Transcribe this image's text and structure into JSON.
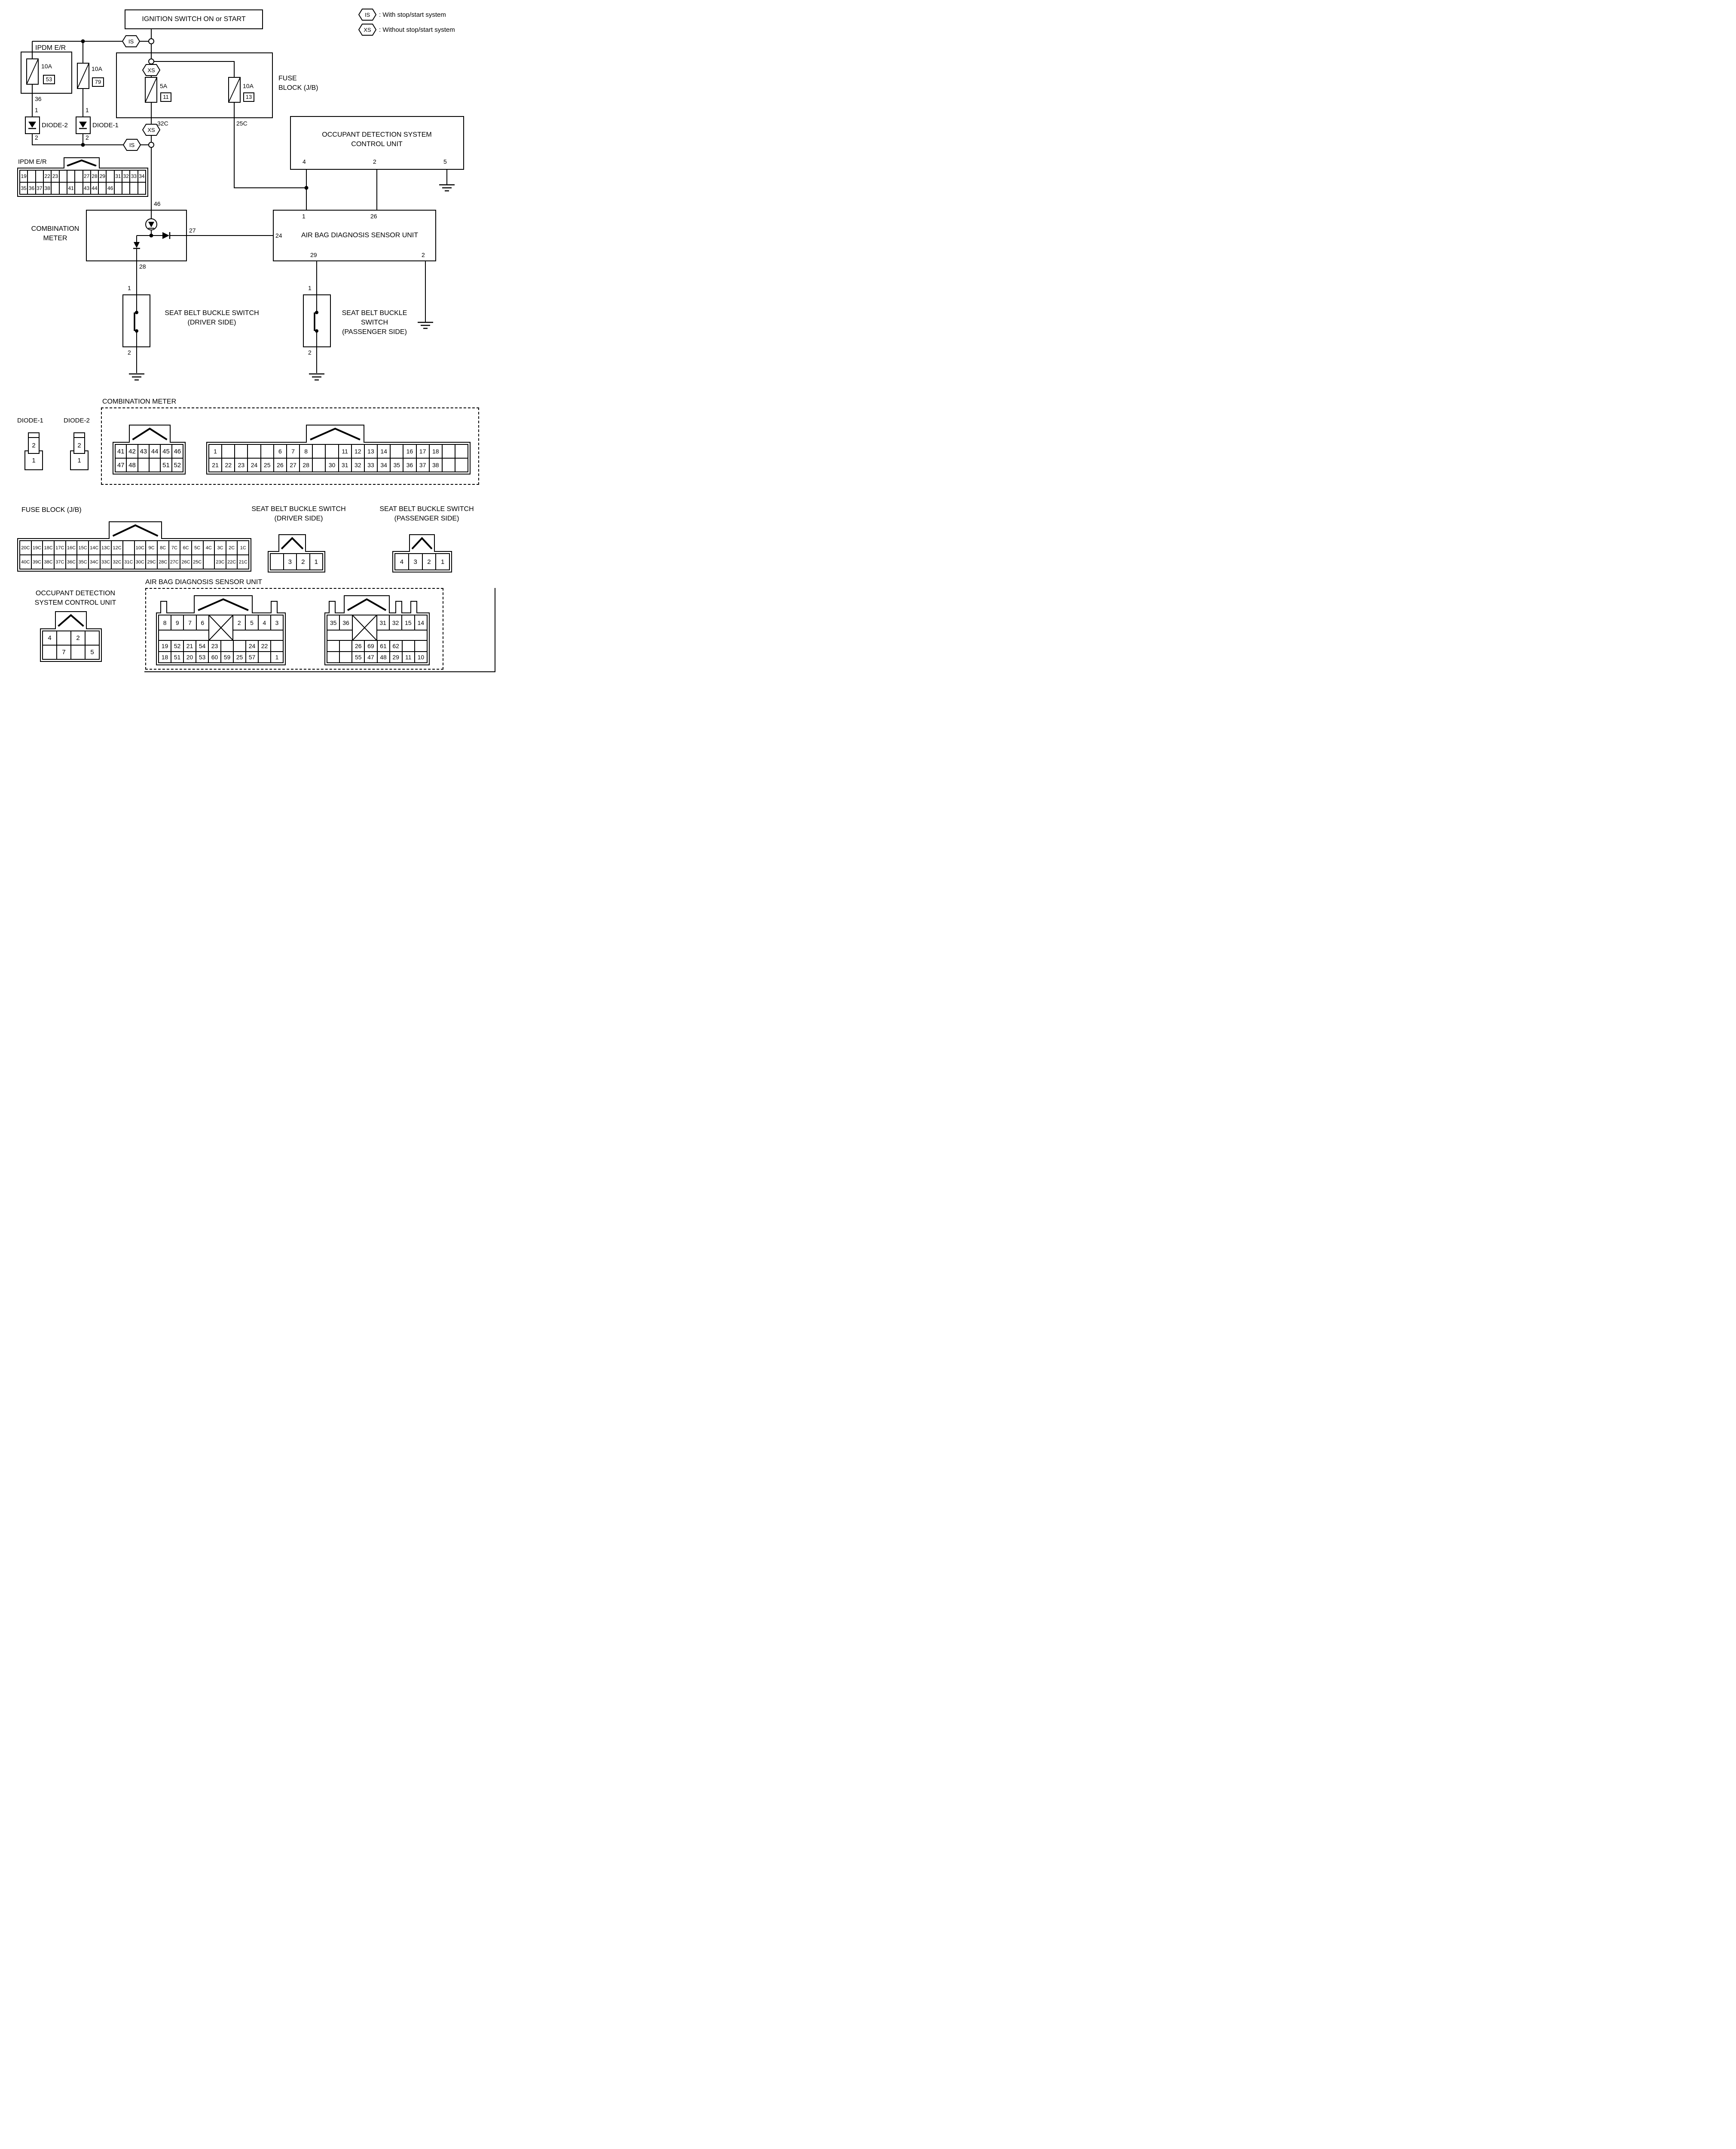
{
  "ink": "#000000",
  "paper": "#ffffff",
  "legend": {
    "is_code": "IS",
    "is_label": ": With stop/start system",
    "xs_code": "XS",
    "xs_label": ": Without stop/start system"
  },
  "schematic": {
    "ignition_title": "IGNITION SWITCH ON or START",
    "ipdm_label": "IPDM E/R",
    "fuse53": {
      "amp": "10A",
      "num": "53"
    },
    "fuse79": {
      "amp": "10A",
      "num": "79"
    },
    "fuse11": {
      "amp": "5A",
      "num": "11"
    },
    "fuse13": {
      "amp": "10A",
      "num": "13"
    },
    "fuse_block_line1": "FUSE",
    "fuse_block_line2": "BLOCK (J/B)",
    "pin36": "36",
    "pin32c": "32C",
    "pin25c": "25C",
    "pin46": "46",
    "is1": "IS",
    "xs1": "XS",
    "xs2": "XS",
    "is2": "IS",
    "diode2": {
      "label": "DIODE-2",
      "pin1": "1",
      "pin2": "2"
    },
    "diode1": {
      "label": "DIODE-1",
      "pin1": "1",
      "pin2": "2"
    },
    "occupant": {
      "title1": "OCCUPANT DETECTION SYSTEM",
      "title2": "CONTROL UNIT",
      "pin4": "4",
      "pin2": "2",
      "pin5": "5"
    },
    "combo": {
      "label1": "COMBINATION",
      "label2": "METER",
      "pin27": "27",
      "pin28": "28"
    },
    "airbag": {
      "title": "AIR BAG DIAGNOSIS SENSOR UNIT",
      "pin1": "1",
      "pin26": "26",
      "pin24": "24",
      "pin29": "29",
      "pin2": "2"
    },
    "driver_buckle": {
      "title1": "SEAT BELT BUCKLE SWITCH",
      "title2": "(DRIVER SIDE)",
      "pin1": "1",
      "pin2": "2"
    },
    "passenger_buckle": {
      "title1": "SEAT BELT BUCKLE",
      "title2": "SWITCH",
      "title3": "(PASSENGER SIDE)",
      "pin1": "1",
      "pin2": "2"
    }
  },
  "connectors": {
    "ipdm": {
      "label": "IPDM E/R",
      "rows": [
        [
          "19",
          "",
          "",
          "22",
          "23",
          "",
          "",
          "",
          "27",
          "28",
          "29",
          "",
          "31",
          "32",
          "33",
          "34"
        ],
        [
          "35",
          "36",
          "37",
          "38",
          "",
          "",
          "41",
          "",
          "43",
          "44",
          "",
          "46",
          "",
          "",
          "",
          ""
        ]
      ]
    },
    "combination_meter": {
      "label": "COMBINATION METER",
      "grid1": [
        [
          "41",
          "42",
          "43",
          "44",
          "45",
          "46"
        ],
        [
          "47",
          "48",
          "",
          "",
          "51",
          "52"
        ]
      ],
      "grid2": [
        [
          "1",
          "",
          "",
          "",
          "",
          "6",
          "7",
          "8",
          "",
          "",
          "11",
          "12",
          "13",
          "14",
          "",
          "16",
          "17",
          "18",
          "",
          ""
        ],
        [
          "21",
          "22",
          "23",
          "24",
          "25",
          "26",
          "27",
          "28",
          "",
          "30",
          "31",
          "32",
          "33",
          "34",
          "35",
          "36",
          "37",
          "38",
          "",
          ""
        ]
      ]
    },
    "diode1": {
      "label": "DIODE-1",
      "pin_top": "2",
      "pin_bottom": "1"
    },
    "diode2": {
      "label": "DIODE-2",
      "pin_top": "2",
      "pin_bottom": "1"
    },
    "fuse_block": {
      "label": "FUSE BLOCK (J/B)",
      "rows": [
        [
          "20C",
          "19C",
          "18C",
          "17C",
          "16C",
          "15C",
          "14C",
          "13C",
          "12C",
          "",
          "10C",
          "9C",
          "8C",
          "7C",
          "6C",
          "5C",
          "4C",
          "3C",
          "2C",
          "1C"
        ],
        [
          "40C",
          "39C",
          "38C",
          "37C",
          "36C",
          "35C",
          "34C",
          "33C",
          "32C",
          "31C",
          "30C",
          "29C",
          "28C",
          "27C",
          "26C",
          "25C",
          "",
          "23C",
          "22C",
          "21C"
        ]
      ]
    },
    "driver_buckle": {
      "label1": "SEAT BELT BUCKLE SWITCH",
      "label2": "(DRIVER SIDE)",
      "rows": [
        [
          "",
          "3",
          "2",
          "1"
        ]
      ]
    },
    "passenger_buckle": {
      "label1": "SEAT BELT BUCKLE SWITCH",
      "label2": "(PASSENGER SIDE)",
      "rows": [
        [
          "4",
          "3",
          "2",
          "1"
        ]
      ]
    },
    "occupant": {
      "label1": "OCCUPANT DETECTION",
      "label2": "SYSTEM CONTROL UNIT",
      "rows": [
        [
          "4",
          "",
          "2",
          ""
        ],
        [
          "",
          "7",
          "",
          "5"
        ]
      ]
    },
    "airbag": {
      "label": "AIR BAG DIAGNOSIS SENSOR UNIT",
      "left_rows": [
        [
          "8",
          "9",
          "7",
          "6",
          {
            "x": 2
          },
          "2",
          "5",
          "4",
          "3"
        ],
        [
          ""
        ],
        [
          "19",
          "52",
          "21",
          "54",
          "23",
          "",
          "",
          "24",
          "22",
          ""
        ],
        [
          "18",
          "51",
          "20",
          "53",
          "60",
          "59",
          "25",
          "57",
          "",
          "1"
        ]
      ],
      "right_rows": [
        [
          "35",
          "36",
          {
            "x": 2
          },
          "31",
          "32",
          "15",
          "14"
        ],
        [
          ""
        ],
        [
          "",
          "",
          "26",
          "69",
          "61",
          "62",
          "",
          ""
        ],
        [
          "",
          "",
          "55",
          "47",
          "48",
          "29",
          "11",
          "10"
        ]
      ]
    }
  }
}
